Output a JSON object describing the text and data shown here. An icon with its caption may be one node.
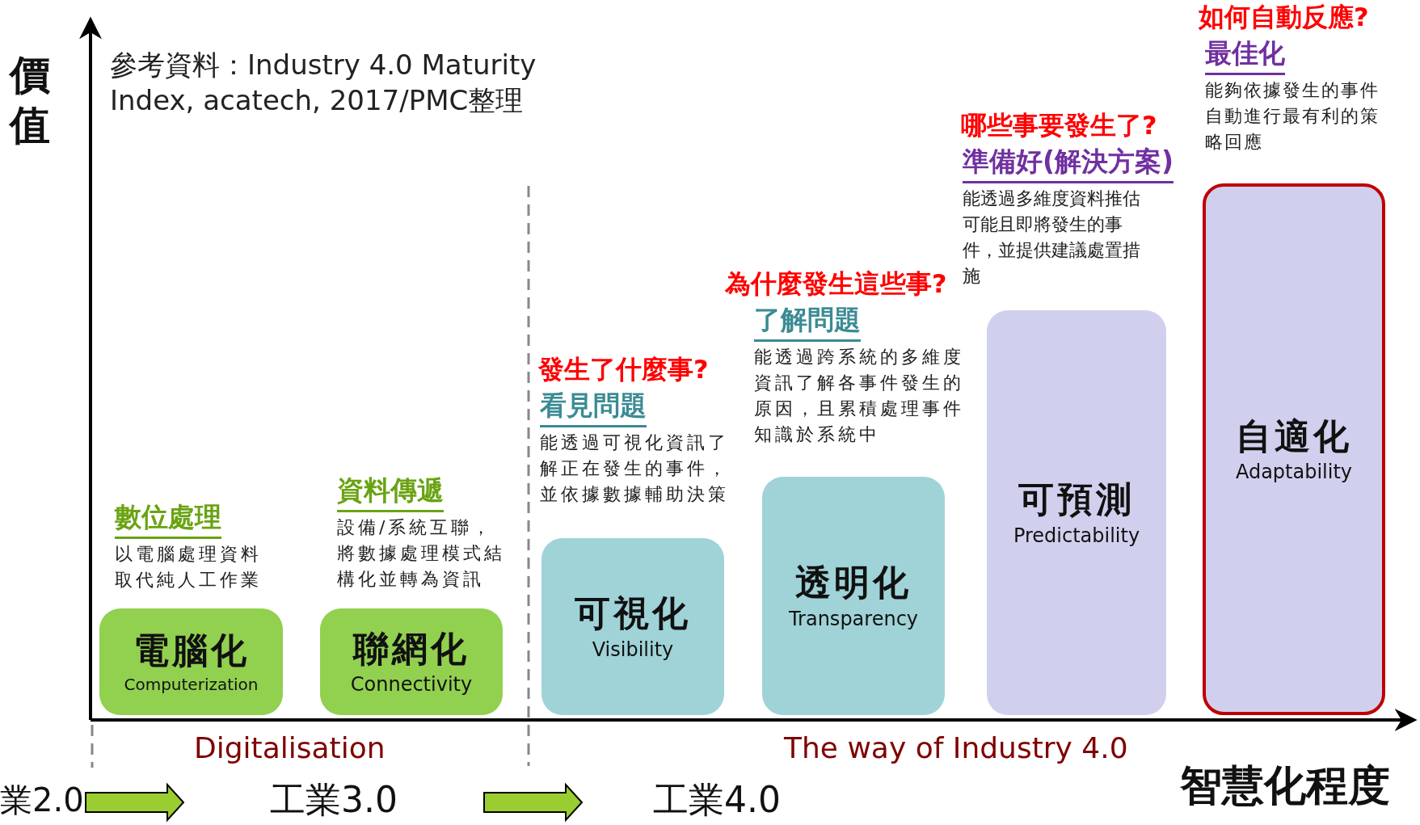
{
  "diagram": {
    "nodes": [
      {
        "text": [
          "電腦化",
          "Computerization"
        ],
        "beside": [
          "數位處理",
          "以電腦處理資料取代純人工作業"
        ]
      },
      {
        "text": [
          "聯網化",
          "Connectivity"
        ],
        "beside": [
          "資料傳遞",
          "設備/系統互聯，將數據處理模式結構化並轉為資訊"
        ]
      },
      {
        "text": [
          "可視化",
          "Visibility"
        ],
        "beside": [
          "發生了什麼事?",
          "看見問題",
          "能透過可視化資訊了解正在發生的事件，並依據數據輔助決策"
        ]
      },
      {
        "text": [
          "透明化",
          "Transparency"
        ],
        "beside": [
          "為什麼發生這些事?",
          "了解問題",
          "能透過跨系統的多維度資訊了解各事件發生的原因，且累積處理事件知識於系統中"
        ]
      },
      {
        "text": [
          "可預測",
          "Predictability"
        ],
        "beside": [
          "哪些事要發生了?",
          "準備好(解決方案)",
          "能透過多維度資料推估可能且即將發生的事件，並提供建議處置措施"
        ]
      },
      {
        "text": [
          "自適化",
          "Adaptability"
        ],
        "beside": [
          "如何自動反應?",
          "最佳化",
          "能夠依據發生的事件自動進行最有利的策略回應"
        ]
      },
      {
        "text": [
          "業2.0"
        ]
      },
      {
        "text": [
          "工業3.0"
        ]
      },
      {
        "text": [
          "工業4.0"
        ]
      }
    ],
    "edges": [
      {
        "from": 6,
        "to": 7,
        "arrow": "to"
      },
      {
        "from": 7,
        "to": 8,
        "arrow": "to"
      }
    ],
    "labels": [
      "價值",
      "參考資料：Industry 4.0 Maturity Index, acatech, 2017/PMC整理",
      "Digitalisation",
      "The way of Industry 4.0",
      "智慧化程度"
    ]
  }
}
